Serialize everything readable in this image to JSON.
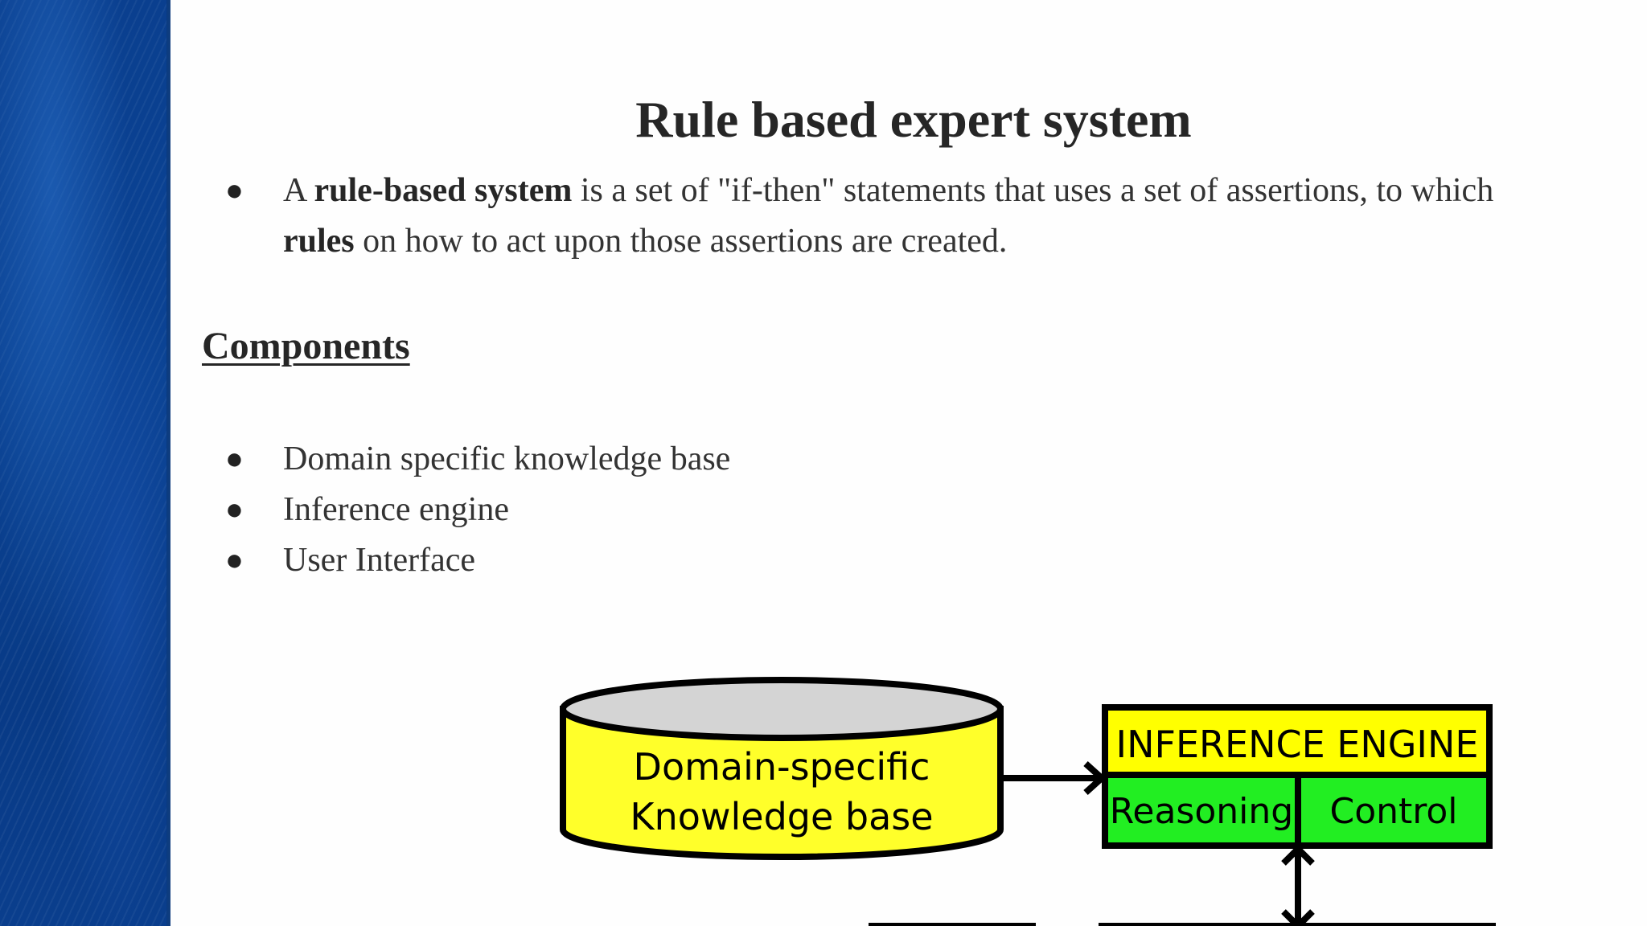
{
  "slide": {
    "title": "Rule based expert system",
    "intro": {
      "t1": "A ",
      "b1": "rule-based system",
      "t2": " is a set of \"if-then\" statements that uses a set of assertions, to which ",
      "b2": "rules",
      "t3": " on how to act upon those assertions are created."
    },
    "components_heading": "Components",
    "components": [
      "Domain specific knowledge base",
      "Inference engine",
      "User Interface"
    ],
    "bullet_symbol": "●"
  },
  "diagram": {
    "kb_line1": "Domain-specific",
    "kb_line2": "Knowledge base",
    "engine_title": "INFERENCE ENGINE",
    "engine_left": "Reasoning",
    "engine_right": "Control"
  },
  "colors": {
    "side_panel": "#0b4394",
    "kb_fill": "#ffff2a",
    "kb_top": "#d4d4d4",
    "engine_title_fill": "#ffff00",
    "engine_cell_fill": "#22ee22"
  }
}
